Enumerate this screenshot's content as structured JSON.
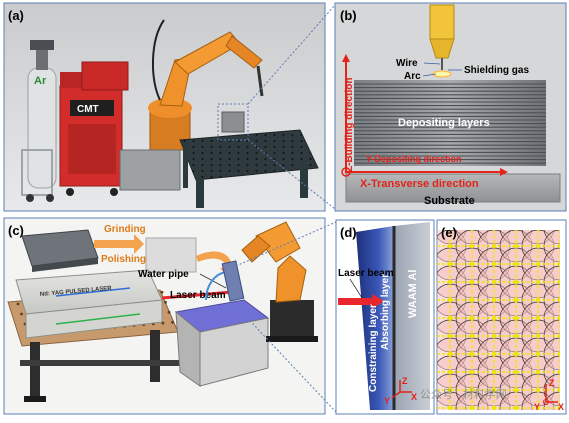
{
  "panels": {
    "a": {
      "label": "(a)",
      "cylinder_text": "Ar",
      "machine_text": "CMT"
    },
    "b": {
      "label": "(b)",
      "wire": "Wire",
      "arc": "Arc",
      "shielding_gas": "Shielding gas",
      "depositing_layers": "Depositing layers",
      "y_axis": "Y-Depositing direction",
      "z_axis": "Z-Building direction",
      "x_axis": "X-Transverse direction",
      "substrate": "Substrate"
    },
    "c": {
      "label": "(c)",
      "grinding": "Grinding",
      "polishing": "Polishing",
      "water_pipe": "Water pipe",
      "laser_beam": "Laser beam",
      "laser_device": "Nd: YAG PULSED LASER"
    },
    "d": {
      "label": "(d)",
      "laser_beam": "Laser beam",
      "constraining_layer": "Constraining layer",
      "absorbing_layer": "Absorbing layer",
      "waam_al": "WAAM Al",
      "axis_z": "Z",
      "axis_x": "X",
      "axis_y": "Y"
    },
    "e": {
      "label": "(e)",
      "axis_z": "Z",
      "axis_x": "X",
      "axis_y": "Y"
    }
  },
  "watermark": "公众号 · 材料学网",
  "colors": {
    "frame": "#5b7fb5",
    "laser_red": "#e8262b",
    "axis_red": "#e2231a",
    "yellow_dot": "#f2e600",
    "pink_fill": "#f2b8b4",
    "orange_robot": "#f0922b"
  }
}
